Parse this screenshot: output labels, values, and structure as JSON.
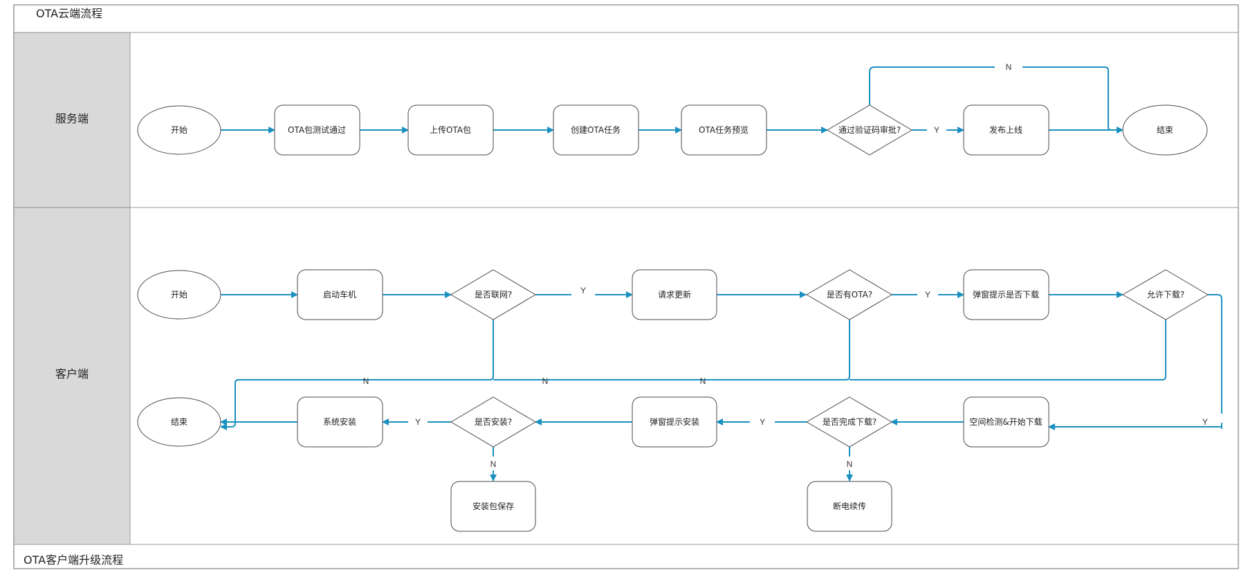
{
  "titles": {
    "top": "OTA云端流程",
    "bottom": "OTA客户端升级流程"
  },
  "lanes": {
    "server": "服务端",
    "client": "客户端"
  },
  "colors": {
    "connector": "#1a90c0",
    "lane_header_bg": "#d9d9d9",
    "border": "#9a9a9a",
    "shape_stroke": "#4a4a4a"
  },
  "nodes": {
    "s_start": "开始",
    "s_test": "OTA包测试通过",
    "s_upload": "上传OTA包",
    "s_create": "创建OTA任务",
    "s_preview": "OTA任务预览",
    "s_verify": "通过验证码审批?",
    "s_publish": "发布上线",
    "s_end": "结束",
    "c_start": "开始",
    "c_boot": "启动车机",
    "c_online": "是否联网?",
    "c_request": "请求更新",
    "c_has_ota": "是否有OTA?",
    "c_prompt_dl": "弹窗提示是否下载",
    "c_allow_dl": "允许下载?",
    "c_space": "空间检测&开始下载",
    "c_dl_done": "是否完成下载?",
    "c_prompt_install": "弹窗提示安装",
    "c_install_q": "是否安装?",
    "c_sys_install": "系统安装",
    "c_end": "结束",
    "c_save": "安装包保存",
    "c_resume": "断电续传"
  },
  "edge_labels": {
    "verify_no": "N",
    "verify_yes": "Y",
    "online_yes": "Y",
    "has_ota_yes": "Y",
    "online_no": "N",
    "has_ota_no": "N",
    "allow_no": "N",
    "allow_yes": "Y",
    "dl_done_yes": "Y",
    "dl_done_no": "N",
    "install_yes": "Y",
    "install_no": "N"
  }
}
